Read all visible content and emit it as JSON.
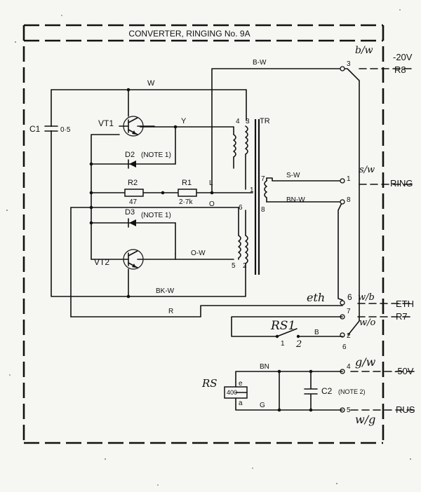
{
  "title": "CONVERTER, RINGING No. 9A",
  "components": {
    "c1": {
      "ref": "C1",
      "value": "0·5"
    },
    "vt1": {
      "ref": "VT1"
    },
    "vt2": {
      "ref": "VT2"
    },
    "d2": {
      "ref": "D2",
      "note": "(NOTE 1)"
    },
    "d3": {
      "ref": "D3",
      "note": "(NOTE 1)"
    },
    "r2": {
      "ref": "R2",
      "value": "47"
    },
    "r1": {
      "ref": "R1",
      "value": "2·7k"
    },
    "tr": {
      "ref": "TR"
    },
    "rs1": {
      "ref": "RS1"
    },
    "rs": {
      "ref": "RS",
      "value": "400",
      "e": "e",
      "a": "a"
    },
    "c2": {
      "ref": "C2",
      "note": "(NOTE 2)"
    }
  },
  "wire_labels": {
    "w": "W",
    "y": "Y",
    "l": "L",
    "o": "O",
    "bkw": "BK-W",
    "r": "R",
    "ow": "O-W",
    "bw": "B-W",
    "sw": "S-W",
    "bnw": "BN-W",
    "b": "B",
    "bn": "BN",
    "g": "G"
  },
  "winding_numbers": {
    "p4": "4",
    "p3": "3",
    "p1": "1",
    "p6": "6",
    "p5": "5",
    "p2": "2",
    "s7": "7",
    "s8": "8",
    "rs1_1": "1",
    "rs1_2": "2"
  },
  "terminals": [
    {
      "num": "3",
      "signal": "-20V",
      "tag": "R8",
      "handwritten": "b/w"
    },
    {
      "num": "1",
      "signal": "RING",
      "tag": "",
      "handwritten": "s/w"
    },
    {
      "num": "8",
      "signal": "",
      "tag": "",
      "handwritten": ""
    },
    {
      "num": "6",
      "signal": "ETH",
      "tag": "",
      "handwritten": "w/b"
    },
    {
      "num": "7",
      "signal": "",
      "tag": "R7",
      "handwritten": "w/o"
    },
    {
      "num": "2",
      "signal": "",
      "tag": "",
      "handwritten": ""
    },
    {
      "num": "6",
      "signal": "",
      "tag": "",
      "handwritten": ""
    },
    {
      "num": "4",
      "signal": "-50V",
      "tag": "",
      "handwritten": "g/w"
    },
    {
      "num": "5",
      "signal": "RUS",
      "tag": "",
      "handwritten": "w/g"
    }
  ],
  "handwritten": {
    "eth": "eth"
  }
}
